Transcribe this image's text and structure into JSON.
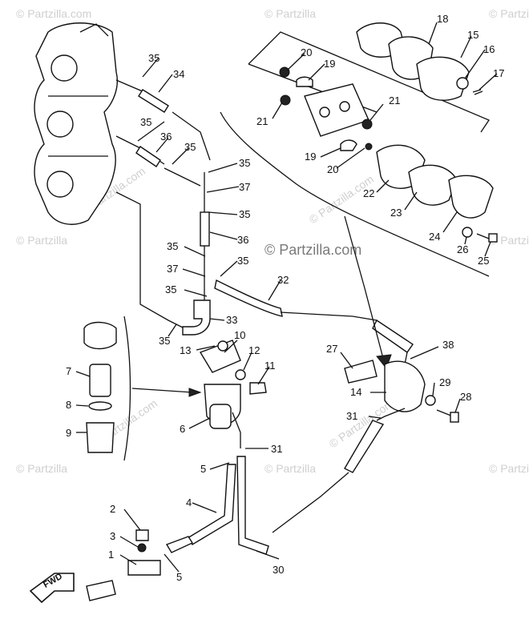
{
  "watermark": {
    "brand": "© Partzilla.com",
    "brand_short": "© Partzilla"
  },
  "fwd_label": "FWD",
  "callouts": [
    "1",
    "2",
    "3",
    "4",
    "5",
    "5",
    "6",
    "7",
    "8",
    "9",
    "10",
    "11",
    "12",
    "13",
    "14",
    "15",
    "16",
    "17",
    "18",
    "19",
    "19",
    "20",
    "20",
    "21",
    "21",
    "22",
    "23",
    "24",
    "25",
    "26",
    "27",
    "28",
    "29",
    "30",
    "31",
    "31",
    "32",
    "33",
    "34",
    "35",
    "35",
    "35",
    "35",
    "35",
    "35",
    "35",
    "35",
    "35",
    "36",
    "36",
    "37",
    "37",
    "38"
  ]
}
